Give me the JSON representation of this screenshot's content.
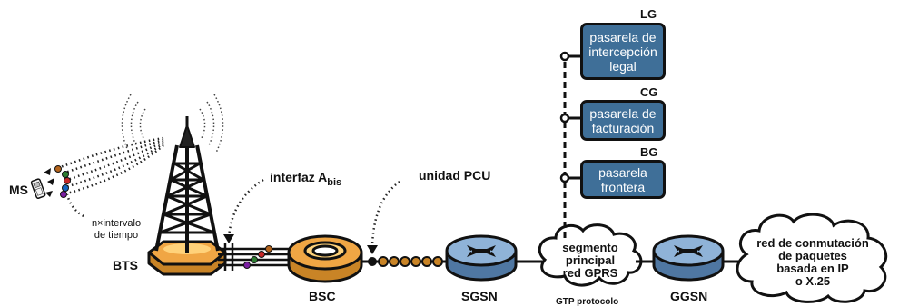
{
  "labels": {
    "ms": "MS",
    "timeslot_1": "n×intervalo",
    "timeslot_2": "de tiempo",
    "bts": "BTS",
    "abis_prefix": "interfaz A",
    "abis_sub": "bis",
    "pcu": "unidad PCU",
    "bsc": "BSC",
    "sgsn": "SGSN",
    "ggsn": "GGSN",
    "gtp": "GTP protocolo"
  },
  "gateways": {
    "lg": {
      "tag": "LG",
      "lines": [
        "pasarela de",
        "intercepción",
        "legal"
      ]
    },
    "cg": {
      "tag": "CG",
      "lines": [
        "pasarela de",
        "facturación"
      ]
    },
    "bg": {
      "tag": "BG",
      "lines": [
        "pasarela",
        "frontera"
      ]
    }
  },
  "clouds": {
    "backbone": [
      "segmento",
      "principal",
      "red GPRS"
    ],
    "packet": [
      "red de conmutación",
      "de paquetes",
      "basada en IP",
      "o X.25"
    ]
  },
  "colors": {
    "gateway": "#3f6f98",
    "router": "#6f97c2",
    "bsc": "#f0a644",
    "bts_base": "#f0a644",
    "outline": "#111111"
  }
}
